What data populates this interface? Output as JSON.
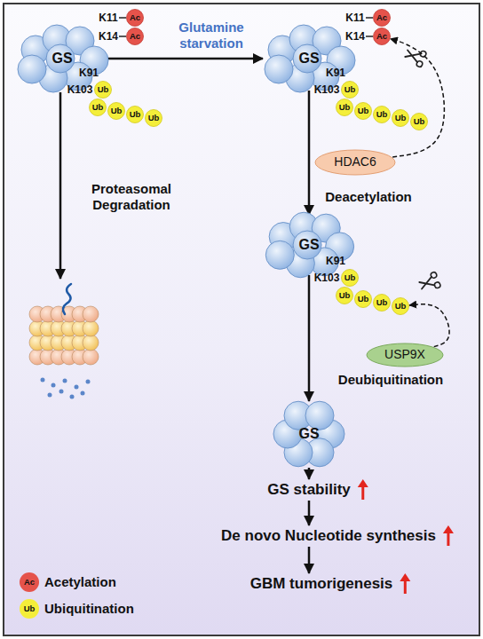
{
  "diagram": {
    "nodes": [
      {
        "text": [
          "GS"
        ]
      },
      {
        "text": [
          "Ac"
        ]
      },
      {
        "text": [
          "Ac"
        ]
      },
      {
        "text": [
          "Ub"
        ]
      },
      {
        "text": [
          "Ub"
        ]
      },
      {
        "text": [
          "Ub"
        ]
      },
      {
        "text": [
          "Ub"
        ]
      },
      {
        "text": [
          "Ub"
        ]
      },
      {
        "text": [
          "GS"
        ]
      },
      {
        "text": [
          "Ac"
        ]
      },
      {
        "text": [
          "Ac"
        ]
      },
      {
        "text": [
          "Ub"
        ]
      },
      {
        "text": [
          "Ub"
        ]
      },
      {
        "text": [
          "Ub"
        ]
      },
      {
        "text": [
          "Ub"
        ]
      },
      {
        "text": [
          "Ub"
        ]
      },
      {
        "text": [
          "Ub"
        ]
      },
      {
        "text": [
          "HDAC6"
        ]
      },
      {
        "text": [
          "GS"
        ]
      },
      {
        "text": [
          "Ub"
        ]
      },
      {
        "text": [
          "Ub"
        ]
      },
      {
        "text": [
          "Ub"
        ]
      },
      {
        "text": [
          "Ub"
        ]
      },
      {
        "text": [
          "Ub"
        ]
      },
      {
        "text": [
          "USP9X"
        ]
      },
      {
        "text": [
          "GS"
        ]
      }
    ],
    "edges": [
      {
        "from": 0,
        "to": 8,
        "arrow": "to",
        "label": "Glutamine starvation"
      },
      {
        "from": 17,
        "to": 10,
        "arrow": "to"
      },
      {
        "from": 8,
        "to": 18,
        "arrow": "to",
        "label": "Deacetylation"
      },
      {
        "from": 24,
        "to": 23,
        "arrow": "to"
      },
      {
        "from": 18,
        "to": 25,
        "arrow": "to",
        "label": "Deubiquitination"
      }
    ],
    "labels": [
      "K11",
      "K14",
      "K91",
      "K103",
      "K11",
      "K14",
      "K91",
      "K103",
      "K91",
      "K103",
      "Proteasomal Degradation",
      "GS stability",
      "De novo Nucleotide synthesis",
      "GBM tumorigenesis",
      "Ac",
      "Ub"
    ],
    "legend": [
      {
        "text": "Acetylation",
        "color": "#e5534b"
      },
      {
        "text": "Ubiquitination",
        "color": "#f4ee3a"
      }
    ]
  }
}
